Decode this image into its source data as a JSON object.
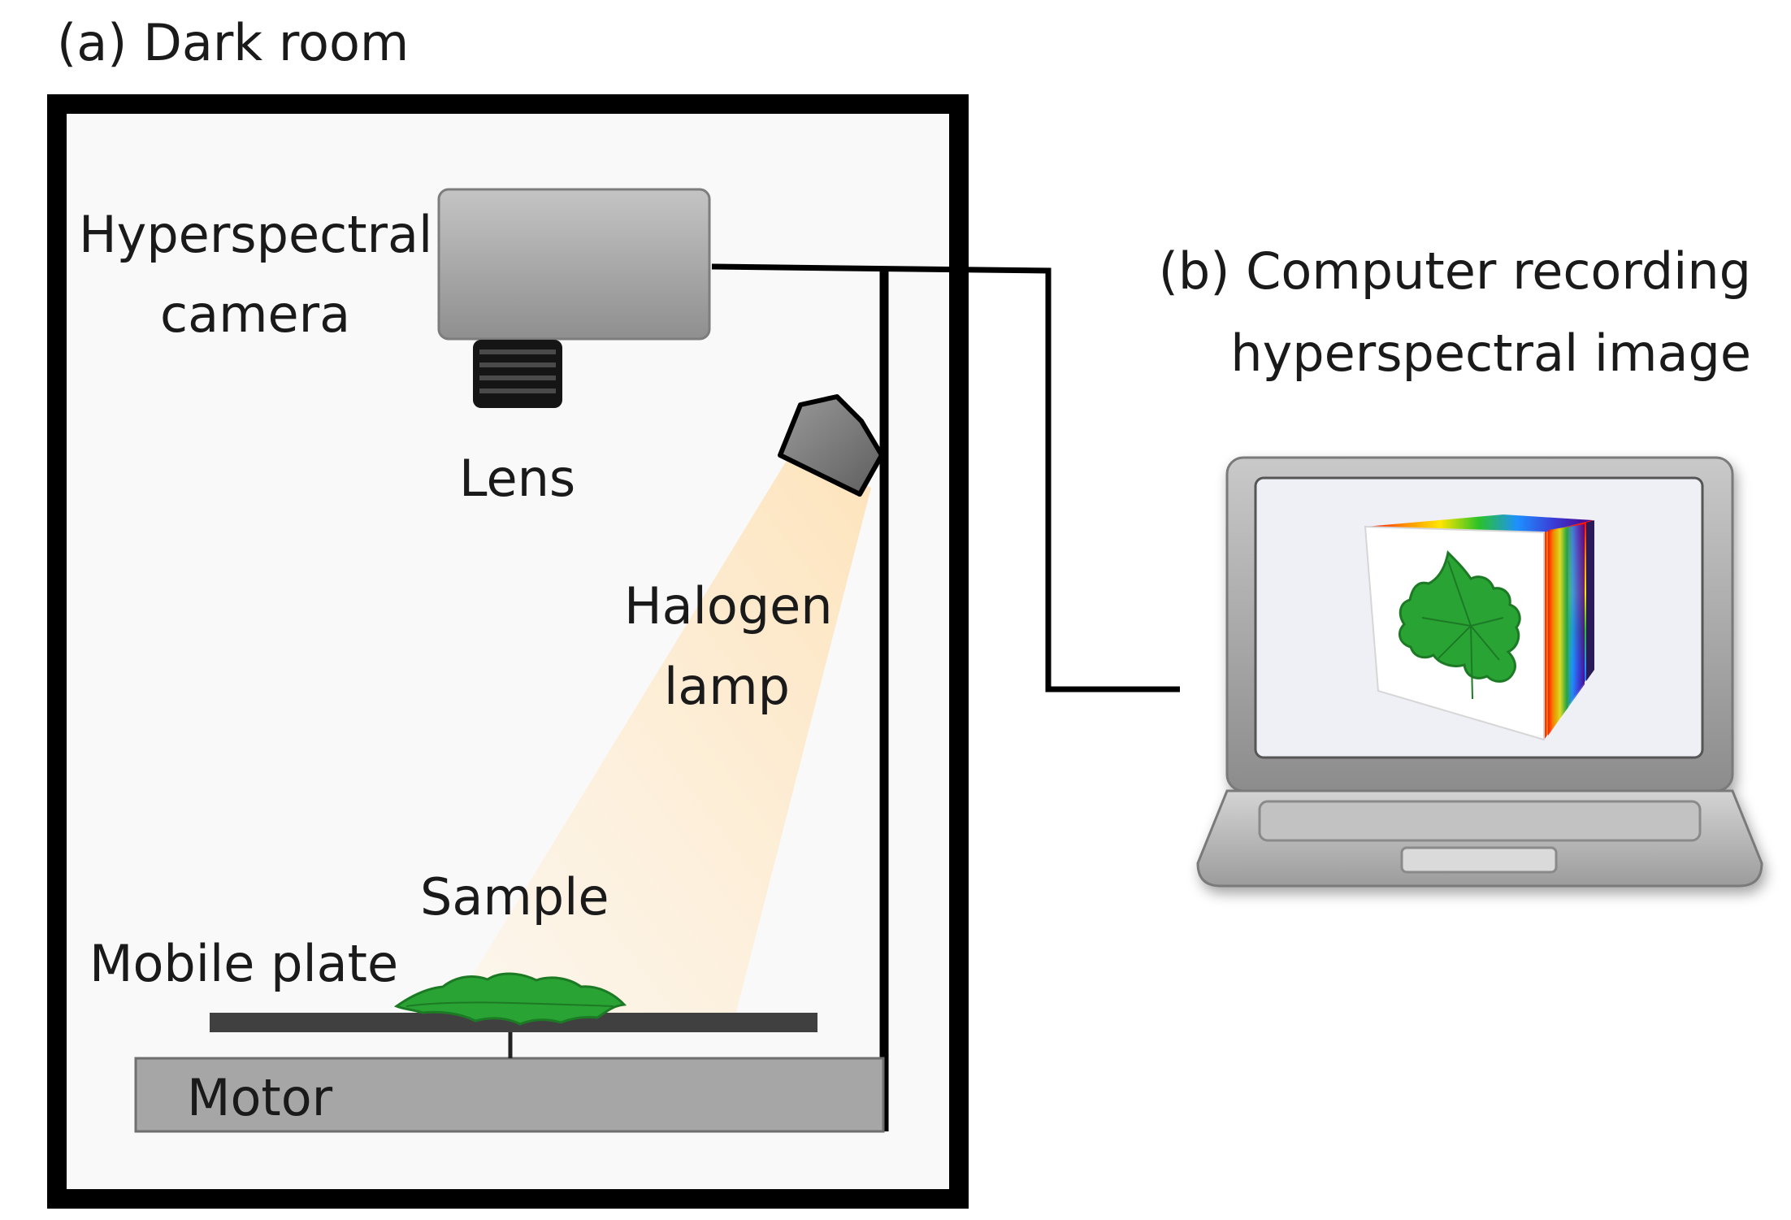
{
  "labels": {
    "dark_room": "(a) Dark room",
    "camera_line1": "Hyperspectral",
    "camera_line2": "camera",
    "lens": "Lens",
    "lamp_line1": "Halogen",
    "lamp_line2": "lamp",
    "sample": "Sample",
    "mobile_plate": "Mobile plate",
    "motor": "Motor",
    "computer_line1": "(b) Computer recording",
    "computer_line2": "hyperspectral image"
  },
  "colors": {
    "room_border": "#000000",
    "camera_body": "#a6a6a6",
    "lamp_beam": "#fde7c4",
    "leaf": "#2aa335",
    "motor": "#a6a6a6",
    "laptop_body": "#b3b3b3",
    "screen": "#eef0f6"
  },
  "icons": {
    "camera": "hyperspectral-camera-icon",
    "lens": "lens-icon",
    "lamp": "halogen-lamp-icon",
    "laptop": "laptop-icon",
    "cube": "hyperspectral-cube-icon",
    "leaf": "leaf-icon"
  }
}
